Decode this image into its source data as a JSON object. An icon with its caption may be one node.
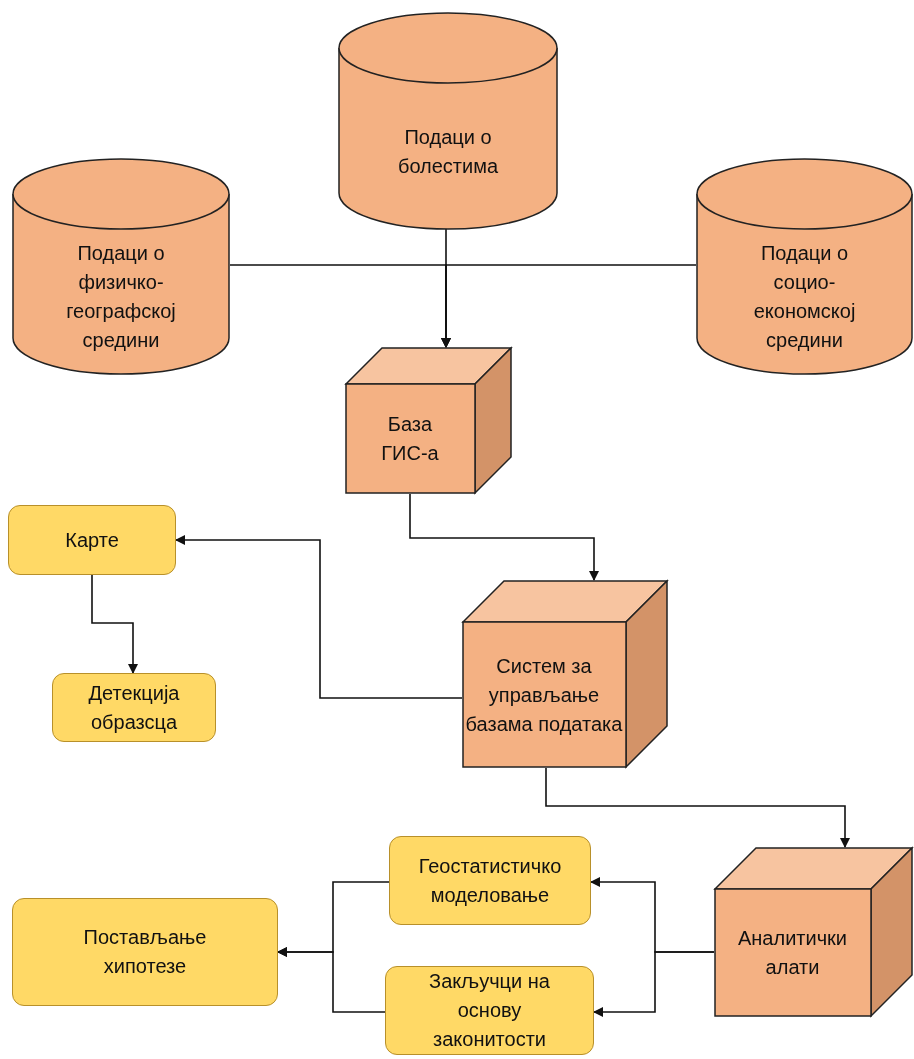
{
  "diagram": {
    "nodes": [
      {
        "text": [
          "Подаци о болестима"
        ]
      },
      {
        "text": [
          "Подаци о физичко-географској средини"
        ]
      },
      {
        "text": [
          "Подаци о социо-економској средини"
        ]
      },
      {
        "text": [
          "База ГИС-а"
        ]
      },
      {
        "text": [
          "Карте"
        ]
      },
      {
        "text": [
          "Детекција образсца"
        ]
      },
      {
        "text": [
          "Систем за управљање базама података"
        ]
      },
      {
        "text": [
          "Аналитички алати"
        ]
      },
      {
        "text": [
          "Геостатистичко моделовање"
        ]
      },
      {
        "text": [
          "Закључци на основу законитости"
        ]
      },
      {
        "text": [
          "Постављање хипотезе"
        ]
      }
    ],
    "edges": [
      {
        "from": 0,
        "to": 3,
        "arrow": "to"
      },
      {
        "from": 1,
        "to": 3,
        "arrow": "to"
      },
      {
        "from": 2,
        "to": 3,
        "arrow": "to"
      },
      {
        "from": 3,
        "to": 6,
        "arrow": "to"
      },
      {
        "from": 6,
        "to": 4,
        "arrow": "to"
      },
      {
        "from": 4,
        "to": 5,
        "arrow": "to"
      },
      {
        "from": 6,
        "to": 7,
        "arrow": "to"
      },
      {
        "from": 7,
        "to": 8,
        "arrow": "to"
      },
      {
        "from": 7,
        "to": 9,
        "arrow": "to"
      },
      {
        "from": 8,
        "to": 10,
        "arrow": "to"
      },
      {
        "from": 9,
        "to": 10,
        "arrow": "to"
      }
    ]
  }
}
